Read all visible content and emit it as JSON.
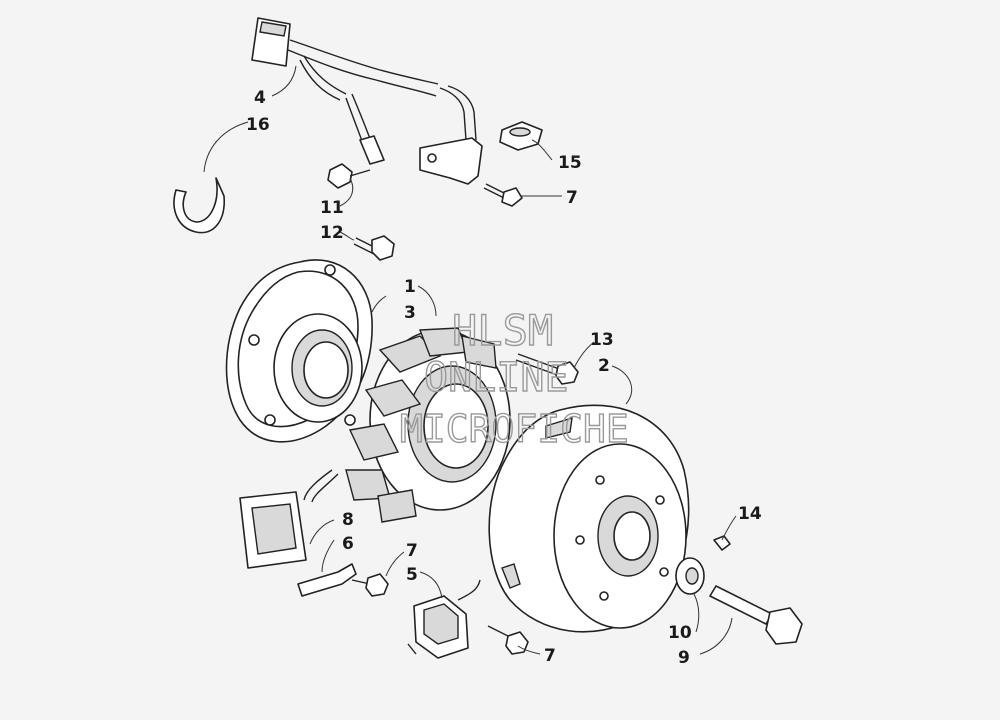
{
  "watermark": {
    "line1": "HLSM",
    "line2": "ONLINE",
    "line3": "MICROFICHE"
  },
  "labels": {
    "l1": "1",
    "l2": "2",
    "l3": "3",
    "l4": "4",
    "l5": "5",
    "l6": "6",
    "l7a": "7",
    "l7b": "7",
    "l7c": "7",
    "l8": "8",
    "l9": "9",
    "l10": "10",
    "l11": "11",
    "l12": "12",
    "l13": "13",
    "l14": "14",
    "l15": "15",
    "l16": "16"
  }
}
